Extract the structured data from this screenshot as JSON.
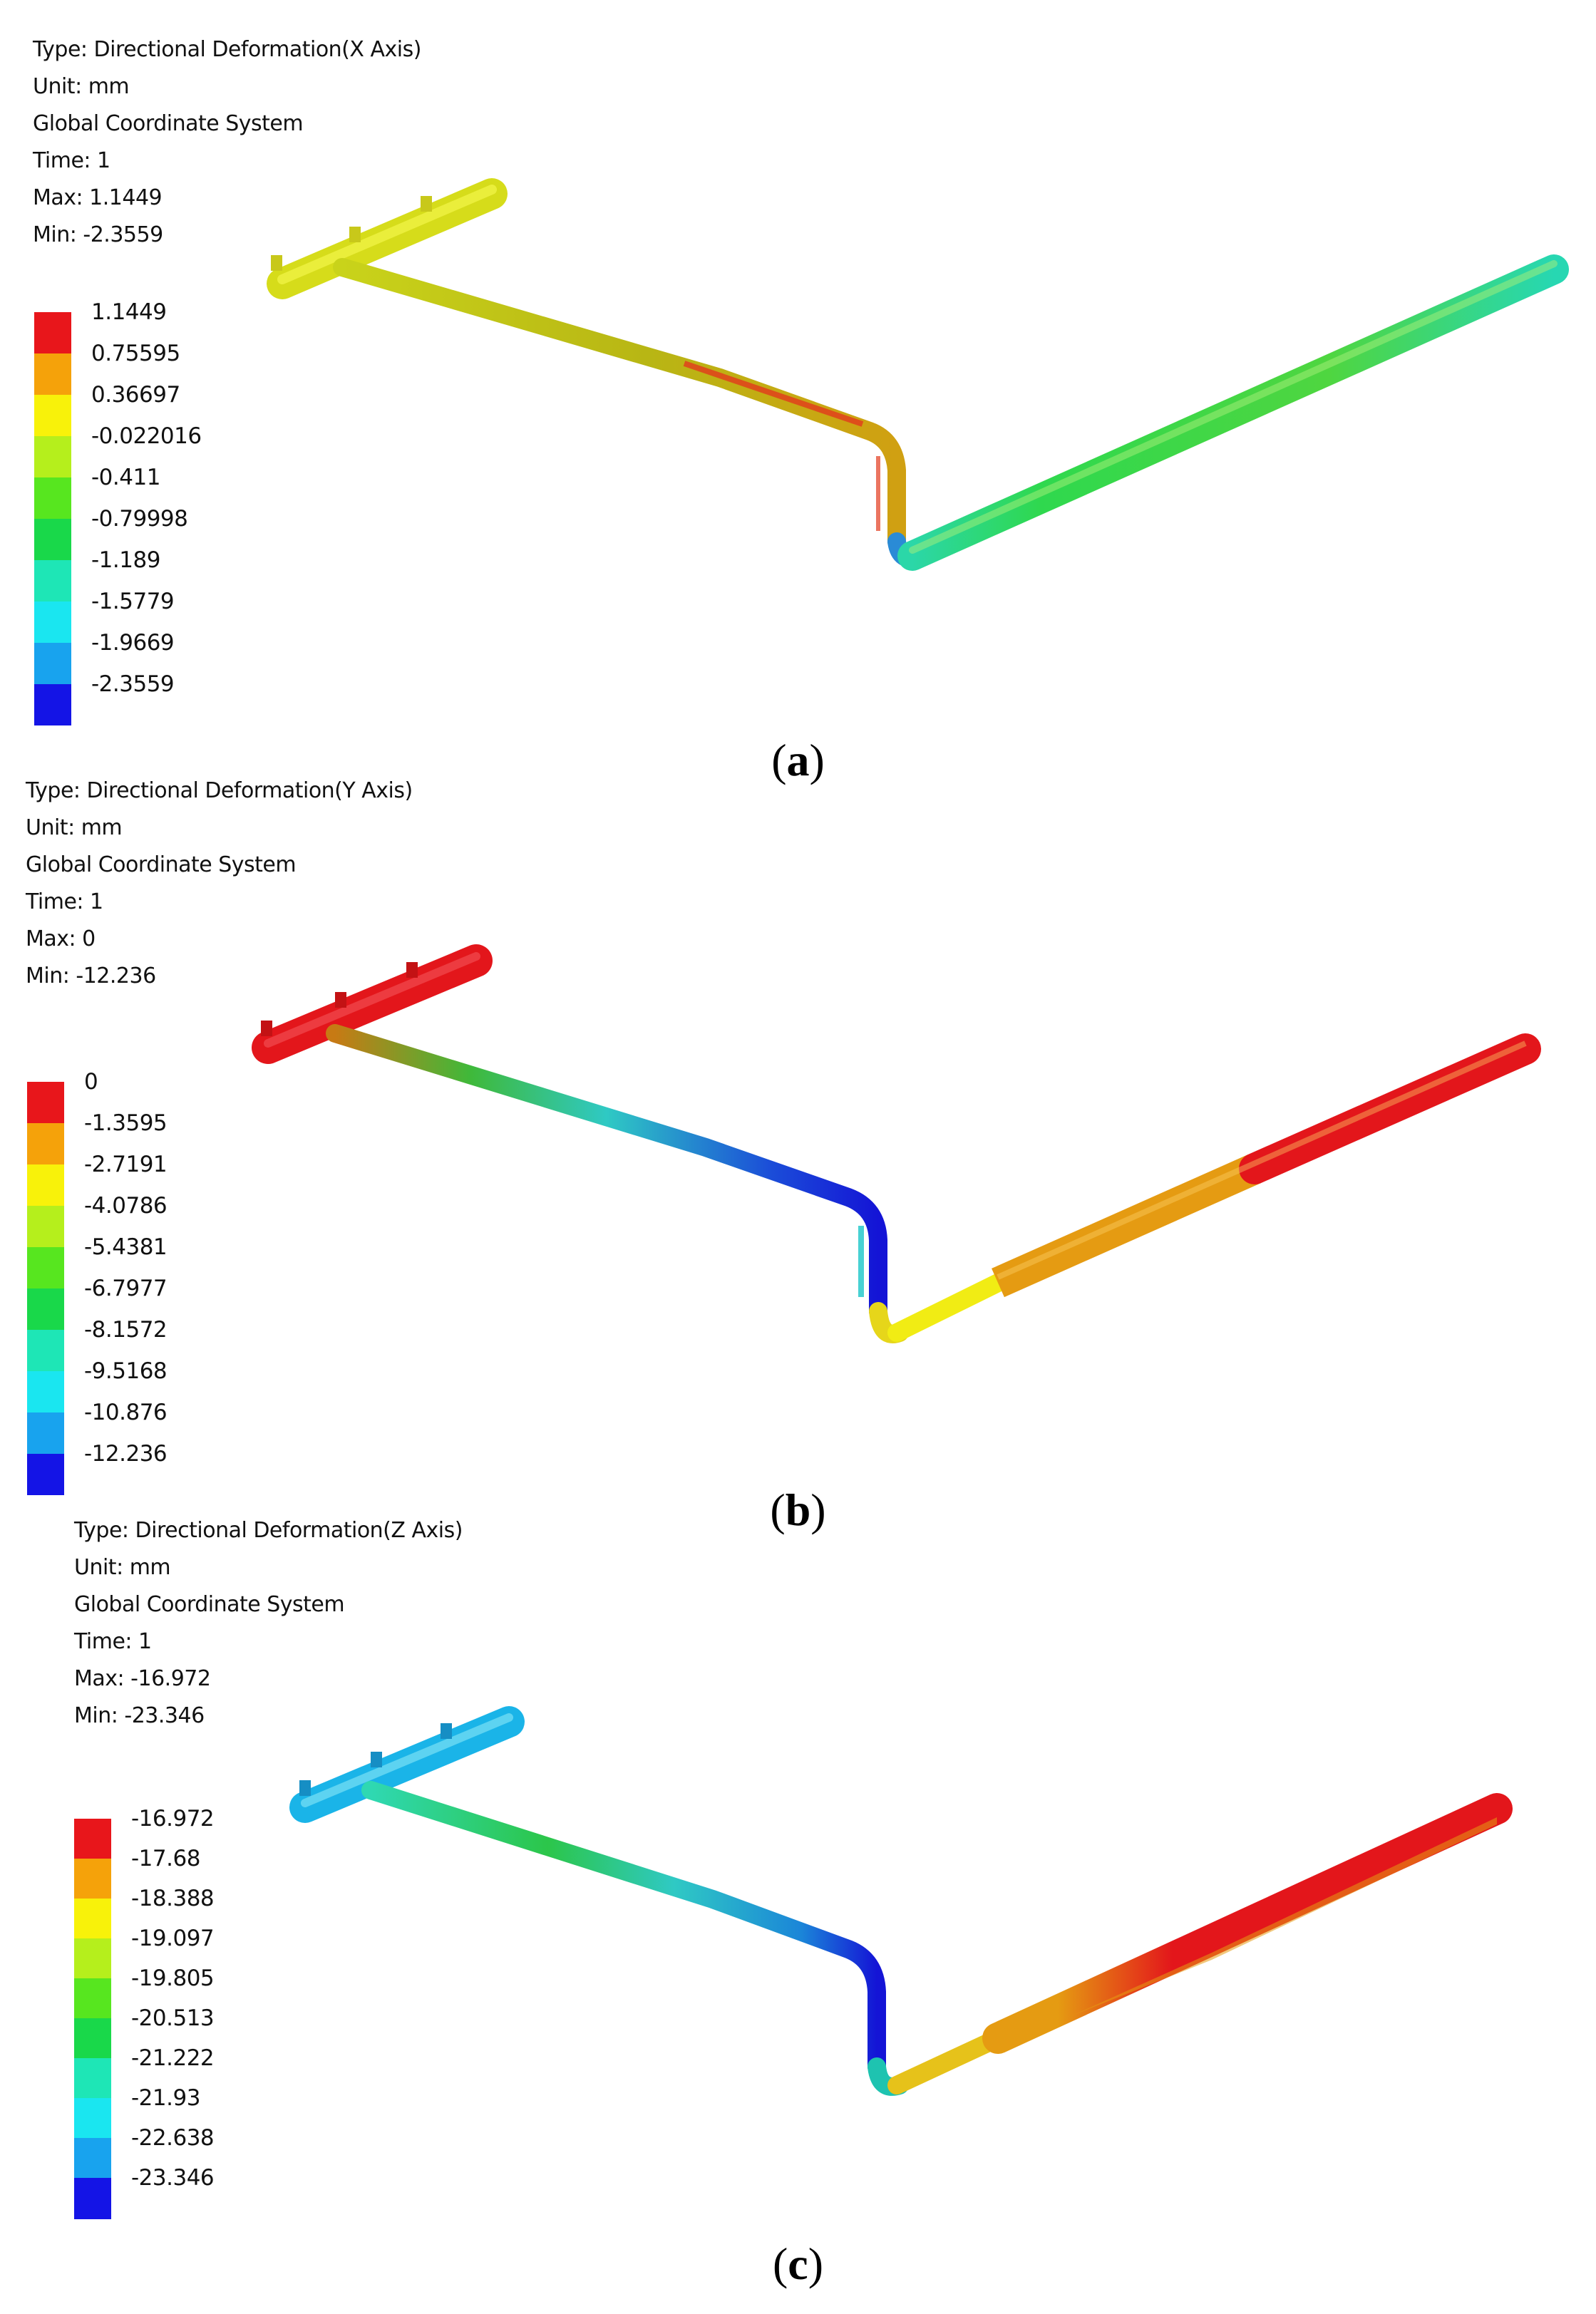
{
  "panels": [
    {
      "caption_letter": "a",
      "type": "Type: Directional Deformation(X Axis)",
      "unit": "Unit: mm",
      "system": "Global Coordinate System",
      "time": "Time: 1",
      "max": "Max: 1.1449",
      "min": "Min: -2.3559",
      "legend": [
        {
          "value": "1.1449",
          "color": "#e8161b"
        },
        {
          "value": "0.75595",
          "color": "#f5a20a"
        },
        {
          "value": "0.36697",
          "color": "#f8f20a"
        },
        {
          "value": "-0.022016",
          "color": "#b5ef1c"
        },
        {
          "value": "-0.411",
          "color": "#57e61f"
        },
        {
          "value": "-0.79998",
          "color": "#19d84a"
        },
        {
          "value": "-1.189",
          "color": "#1ee6b6"
        },
        {
          "value": "-1.5779",
          "color": "#1ae6f0"
        },
        {
          "value": "-1.9669",
          "color": "#18a3ee"
        },
        {
          "value": "-2.3559",
          "color": "#1414e6"
        }
      ]
    },
    {
      "caption_letter": "b",
      "type": "Type: Directional Deformation(Y Axis)",
      "unit": "Unit: mm",
      "system": "Global Coordinate System",
      "time": "Time: 1",
      "max": "Max: 0",
      "min": "Min: -12.236",
      "legend": [
        {
          "value": "0",
          "color": "#e8161b"
        },
        {
          "value": "-1.3595",
          "color": "#f5a20a"
        },
        {
          "value": "-2.7191",
          "color": "#f8f20a"
        },
        {
          "value": "-4.0786",
          "color": "#b5ef1c"
        },
        {
          "value": "-5.4381",
          "color": "#57e61f"
        },
        {
          "value": "-6.7977",
          "color": "#19d84a"
        },
        {
          "value": "-8.1572",
          "color": "#1ee6b6"
        },
        {
          "value": "-9.5168",
          "color": "#1ae6f0"
        },
        {
          "value": "-10.876",
          "color": "#18a3ee"
        },
        {
          "value": "-12.236",
          "color": "#1414e6"
        }
      ]
    },
    {
      "caption_letter": "c",
      "type": "Type: Directional Deformation(Z Axis)",
      "unit": "Unit: mm",
      "system": "Global Coordinate System",
      "time": "Time: 1",
      "max": "Max: -16.972",
      "min": "Min: -23.346",
      "legend": [
        {
          "value": "-16.972",
          "color": "#e8161b"
        },
        {
          "value": "-17.68",
          "color": "#f5a20a"
        },
        {
          "value": "-18.388",
          "color": "#f8f20a"
        },
        {
          "value": "-19.097",
          "color": "#b5ef1c"
        },
        {
          "value": "-19.805",
          "color": "#57e61f"
        },
        {
          "value": "-20.513",
          "color": "#19d84a"
        },
        {
          "value": "-21.222",
          "color": "#1ee6b6"
        },
        {
          "value": "-21.93",
          "color": "#1ae6f0"
        },
        {
          "value": "-22.638",
          "color": "#18a3ee"
        },
        {
          "value": "-23.346",
          "color": "#1414e6"
        }
      ]
    }
  ]
}
